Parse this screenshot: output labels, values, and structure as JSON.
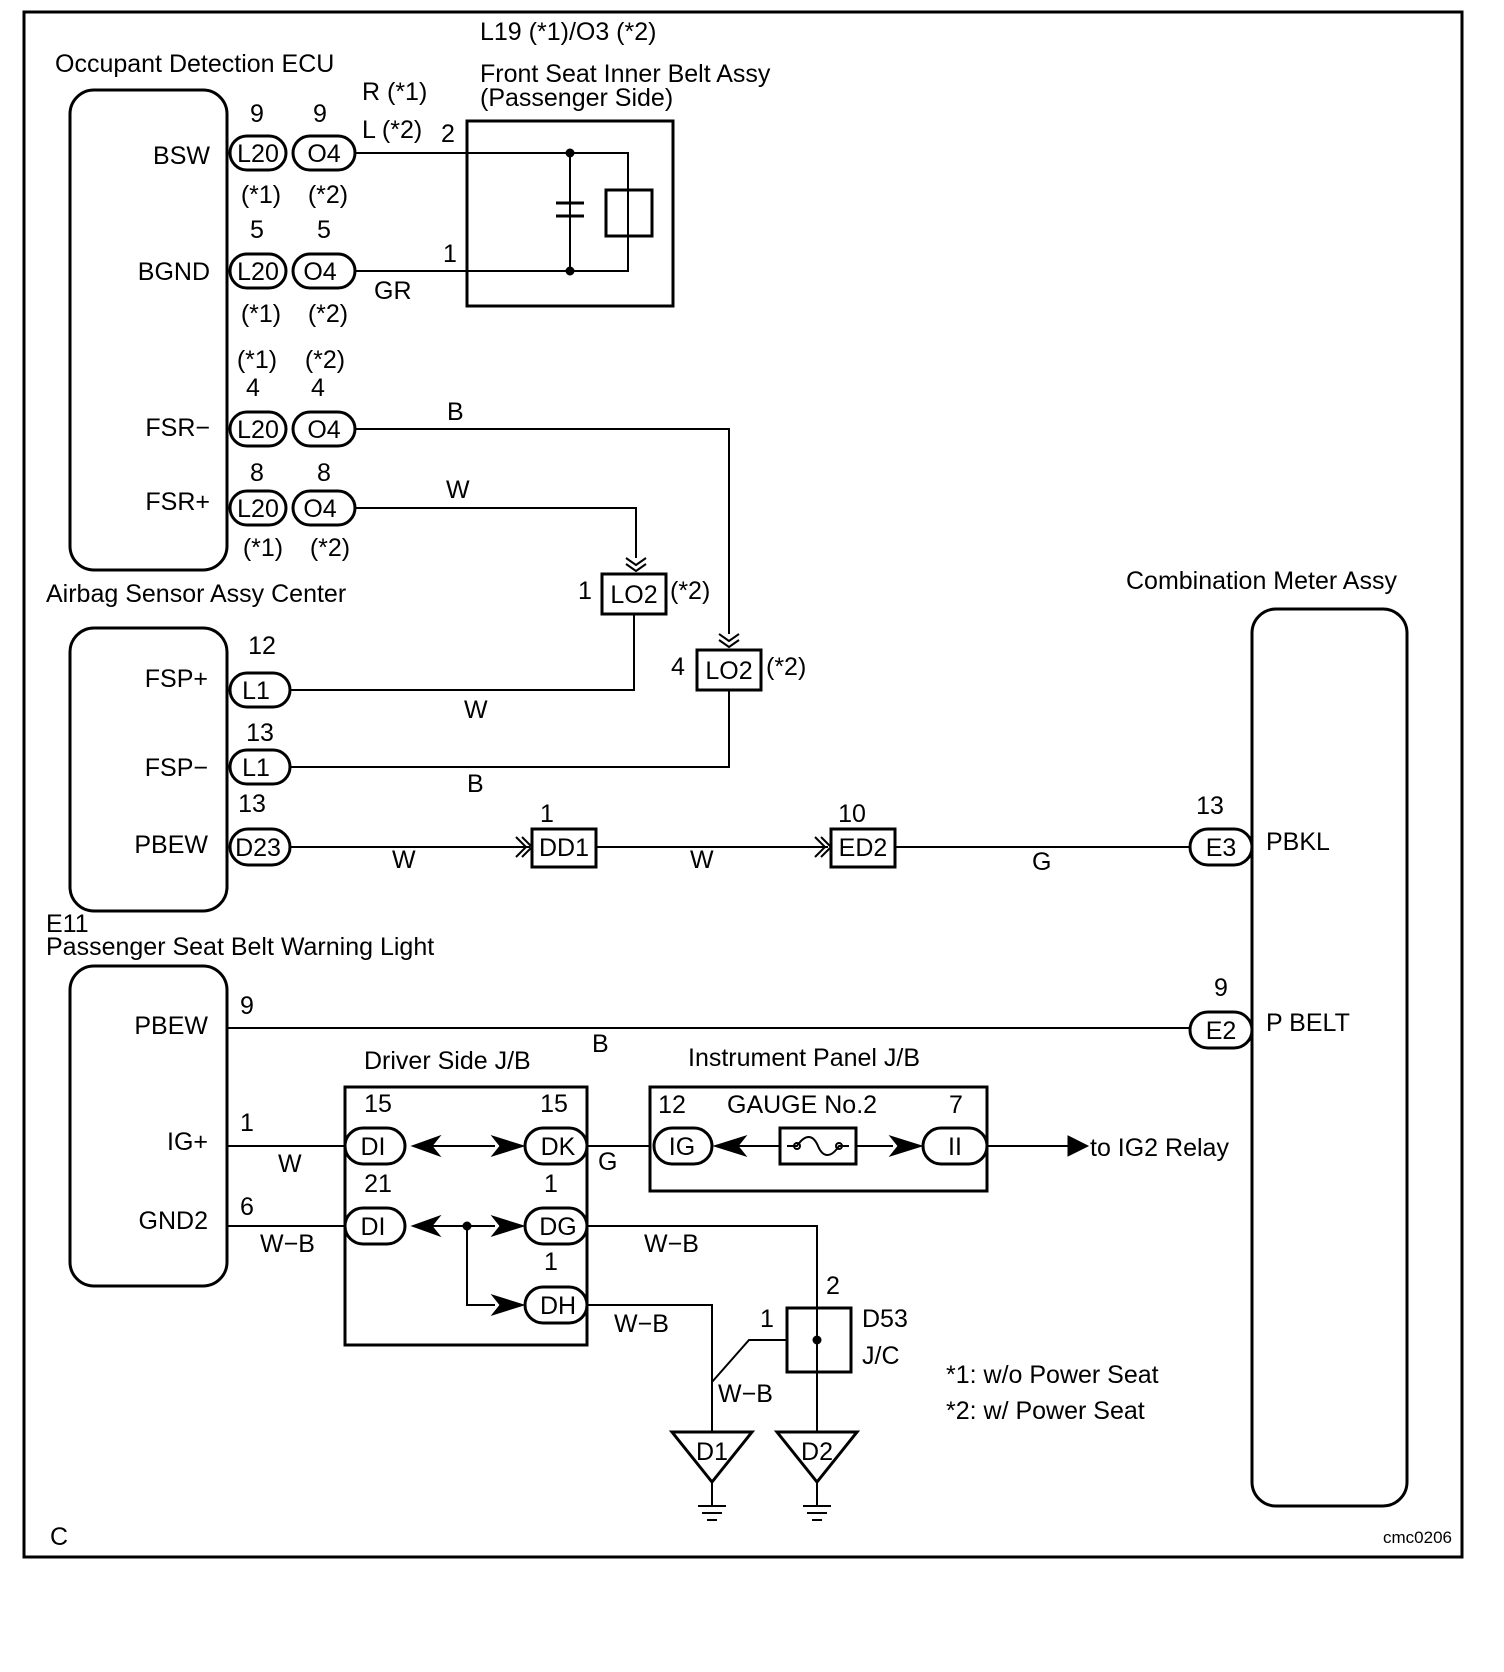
{
  "labels": {
    "ecu_title": "Occupant Detection ECU",
    "belt_code": "L19 (*1)/O3 (*2)",
    "belt_title_1": "Front Seat Inner Belt Assy",
    "belt_title_2": "(Passenger Side)",
    "airbag_title": "Airbag Sensor Assy Center",
    "meter_title": "Combination Meter Assy",
    "light_code": "E11",
    "light_title": "Passenger Seat Belt Warning Light",
    "driver_jb": "Driver Side J/B",
    "inst_jb": "Instrument Panel J/B",
    "gauge": "GAUGE No.2",
    "to_relay": "to IG2 Relay",
    "jc_code": "D53",
    "jc_label": "J/C",
    "note1": "*1: w/o Power Seat",
    "note2": "*2: w/ Power Seat",
    "corner": "C",
    "ref": "cmc0206"
  },
  "pins": {
    "bsw": "BSW",
    "bgnd": "BGND",
    "fsr_minus": "FSR−",
    "fsr_plus": "FSR+",
    "fsp_plus": "FSP+",
    "fsp_minus": "FSP−",
    "pbew1": "PBEW",
    "pbew2": "PBEW",
    "ig_plus": "IG+",
    "gnd2": "GND2",
    "pbkl": "PBKL",
    "pbelt": "P BELT"
  },
  "connectors": {
    "l20": "L20",
    "o4": "O4",
    "l1": "L1",
    "d23": "D23",
    "lo2": "LO2",
    "dd1": "DD1",
    "ed2": "ED2",
    "e3": "E3",
    "e2": "E2",
    "di": "DI",
    "dk": "DK",
    "dg": "DG",
    "dh": "DH",
    "ig": "IG",
    "ii": "II",
    "d1": "D1",
    "d2": "D2"
  },
  "variants": {
    "v1": "(*1)",
    "v2": "(*2)"
  },
  "numbers": {
    "n9": "9",
    "n5": "5",
    "n4": "4",
    "n8": "8",
    "n2": "2",
    "n1": "1",
    "n12": "12",
    "n13": "13",
    "n10": "10",
    "n15": "15",
    "n21": "21",
    "n6": "6",
    "n7": "7"
  },
  "wires": {
    "r1": "R (*1)",
    "l2": "L (*2)",
    "gr": "GR",
    "b": "B",
    "w": "W",
    "g": "G",
    "wb": "W−B"
  }
}
